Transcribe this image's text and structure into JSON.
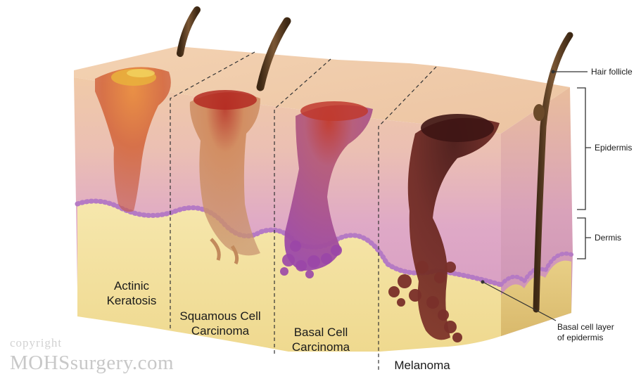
{
  "labels": {
    "hair_follicle": "Hair follicle",
    "epidermis": "Epidermis",
    "dermis": "Dermis",
    "basal_cell_layer": "Basal cell layer\nof epidermis",
    "actinic_keratosis": "Actinic\nKeratosis",
    "squamous_cell_carcinoma": "Squamous Cell\nCarcinoma",
    "basal_cell_carcinoma": "Basal Cell\nCarcinoma",
    "melanoma": "Melanoma"
  },
  "watermark": {
    "line1": "copyright",
    "line2": "MOHSsurgery.com"
  },
  "colors": {
    "skin_top": "#eec5a4",
    "epidermis": "#e2b2c2",
    "dermis": "#f4e4a6",
    "basal_layer": "#c890cf",
    "hair": "#5a3d22",
    "actinic": "#cf6a3d",
    "squamous": "#c48a5a",
    "basal_cell": "#a24ea8",
    "melanoma": "#6a2620"
  }
}
